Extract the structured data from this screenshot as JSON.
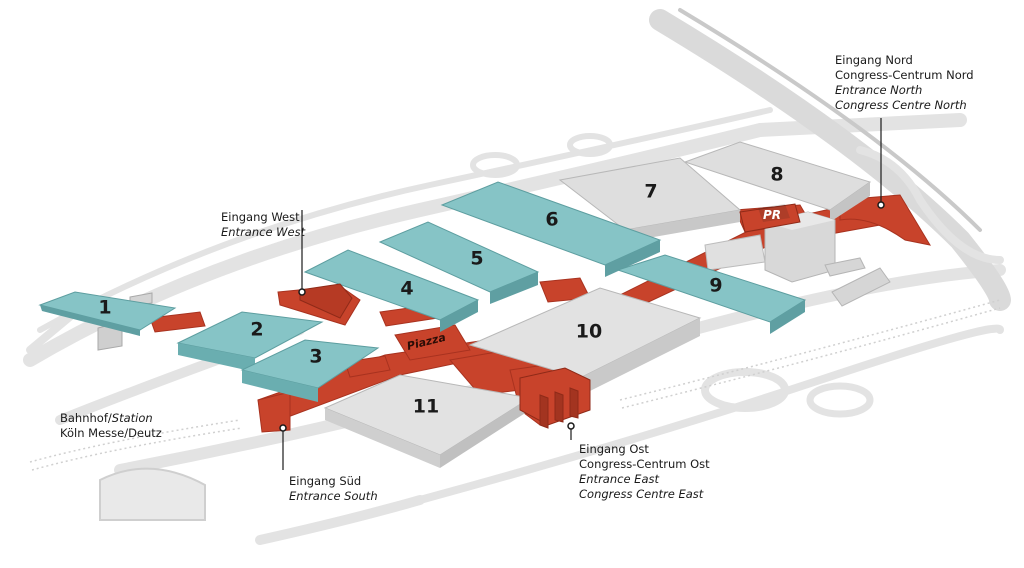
{
  "halls": [
    {
      "id": "1",
      "label": "1"
    },
    {
      "id": "2",
      "label": "2"
    },
    {
      "id": "3",
      "label": "3"
    },
    {
      "id": "4",
      "label": "4"
    },
    {
      "id": "5",
      "label": "5"
    },
    {
      "id": "6",
      "label": "6"
    },
    {
      "id": "7",
      "label": "7"
    },
    {
      "id": "8",
      "label": "8"
    },
    {
      "id": "9",
      "label": "9"
    },
    {
      "id": "10",
      "label": "10"
    },
    {
      "id": "11",
      "label": "11"
    }
  ],
  "piazza_label": "Piazza",
  "pr_label": "PR",
  "entrances": {
    "west": {
      "line1": "Eingang West",
      "line2": "Entrance West"
    },
    "south": {
      "line1": "Eingang Süd",
      "line2": "Entrance South"
    },
    "east": {
      "line1": "Eingang Ost",
      "line2": "Congress-Centrum Ost",
      "line3": "Entrance East",
      "line4": "Congress Centre East"
    },
    "north": {
      "line1": "Eingang Nord",
      "line2": "Congress-Centrum Nord",
      "line3": "Entrance North",
      "line4": "Congress Centre North"
    }
  },
  "station": {
    "line1_a": "Bahnhof/",
    "line1_b": "Station",
    "line2": "Köln Messe/Deutz"
  },
  "colors": {
    "hall_teal": "#86c4c6",
    "hall_grey": "#dcdcdc",
    "connector_red": "#c8432b",
    "road": "#e6e6e6",
    "background": "#ffffff"
  }
}
